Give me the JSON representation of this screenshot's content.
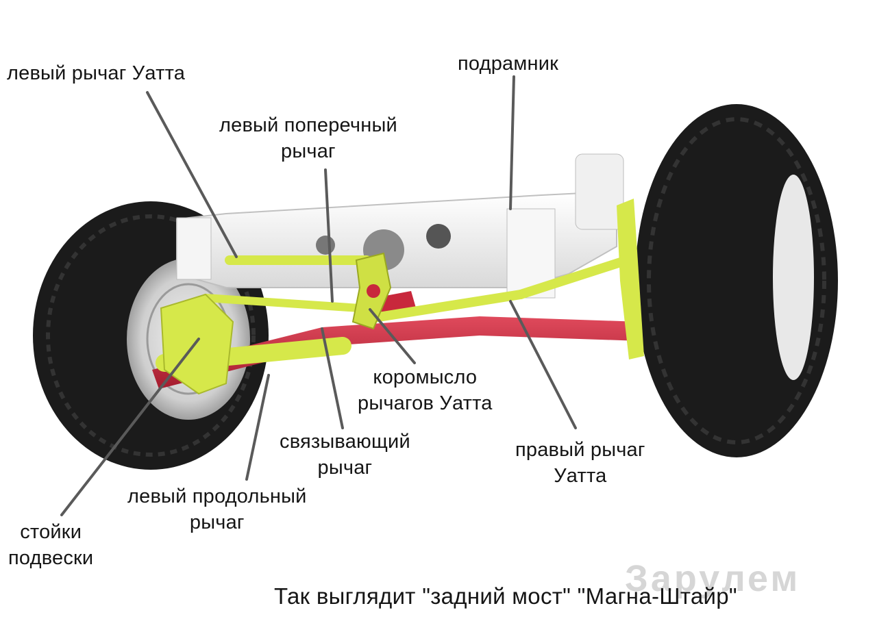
{
  "labels": {
    "left_watt_link": {
      "line1": "левый рычаг Уатта"
    },
    "subframe": {
      "line1": "подрамник"
    },
    "left_lateral_arm": {
      "line1": "левый поперечный",
      "line2": "рычаг"
    },
    "watt_rocker": {
      "line1": "коромысло",
      "line2": "рычагов Уатта"
    },
    "connecting_arm": {
      "line1": "связывающий",
      "line2": "рычаг"
    },
    "right_watt_link": {
      "line1": "правый рычаг",
      "line2": "Уатта"
    },
    "left_trailing_arm": {
      "line1": "левый продольный",
      "line2": "рычаг"
    },
    "struts": {
      "line1": "стойки",
      "line2": "подвески"
    }
  },
  "caption": "Так выглядит \"задний мост\" \"Магна-Штайр\"",
  "watermark": "Зарулем",
  "colors": {
    "tire": "#1b1b1b",
    "rim": "#d8d8d8",
    "subframe": "#f1f1f1",
    "links": "#d6e84a",
    "beam": "#c8283c",
    "leader": "#5a5a5a",
    "text": "#151515"
  }
}
